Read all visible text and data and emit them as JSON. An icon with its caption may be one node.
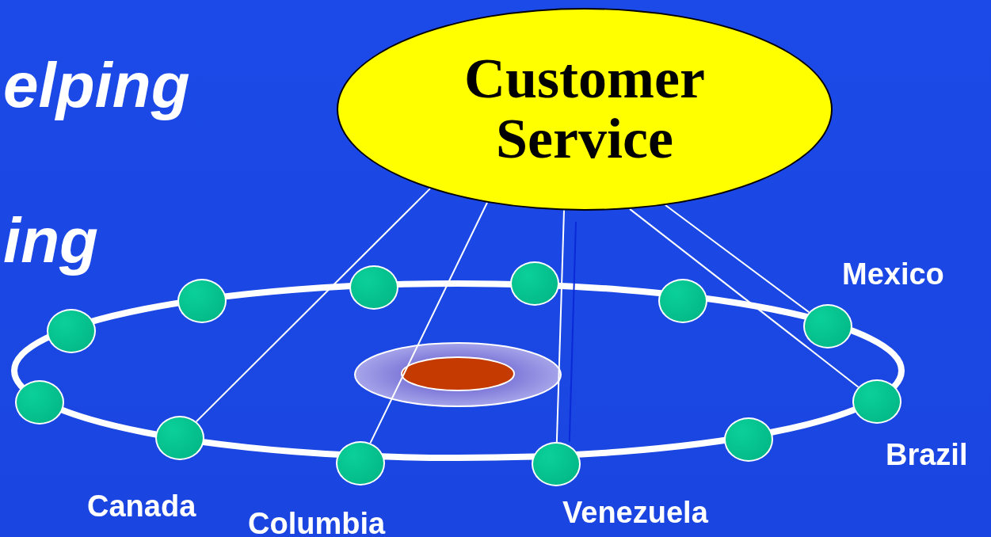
{
  "diagram": {
    "nodes": [
      {
        "text": [
          "Customer Service"
        ]
      },
      {
        "text": [],
        "shape": "circle"
      },
      {
        "text": [],
        "shape": "circle"
      },
      {
        "text": [],
        "shape": "circle",
        "beside": [
          "Canada"
        ]
      },
      {
        "text": [],
        "shape": "circle"
      },
      {
        "text": [],
        "shape": "circle",
        "beside": [
          "Columbia"
        ]
      },
      {
        "text": [],
        "shape": "circle"
      },
      {
        "text": [],
        "shape": "circle"
      },
      {
        "text": [],
        "shape": "circle",
        "beside": [
          "Venezuela"
        ]
      },
      {
        "text": [],
        "shape": "circle"
      },
      {
        "text": [],
        "shape": "circle"
      },
      {
        "text": [],
        "shape": "circle",
        "beside": [
          "Mexico"
        ]
      },
      {
        "text": [],
        "shape": "circle",
        "beside": [
          "Brazil"
        ]
      }
    ],
    "edges": [
      {
        "from": 0,
        "to": 3,
        "arrow": "none"
      },
      {
        "from": 0,
        "to": 5,
        "arrow": "none"
      },
      {
        "from": 0,
        "to": 8,
        "arrow": "none"
      },
      {
        "from": 0,
        "to": 8,
        "arrow": "none",
        "color": "#0a2ad8"
      },
      {
        "from": 0,
        "to": 11,
        "arrow": "none"
      },
      {
        "from": 0,
        "to": 12,
        "arrow": "none"
      }
    ],
    "labels": [
      "elping",
      "ing"
    ]
  }
}
